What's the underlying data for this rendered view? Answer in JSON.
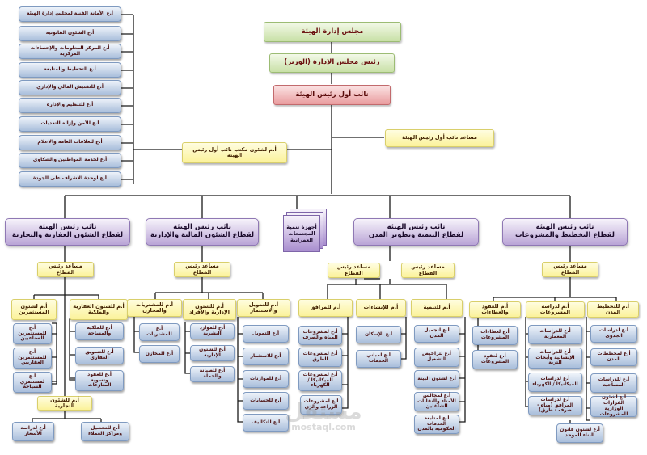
{
  "colors": {
    "top": "#c8e0a6",
    "first_deputy": "#e99c9e",
    "sector": "#b9a4d6",
    "assistant": "#fbf29a",
    "department": "#a9bedb",
    "line": "#1a1a1a"
  },
  "top": {
    "board": "مجلس إدارة الهيئة",
    "chairman": "رئيس مجلس الإدارة (الوزير)",
    "first_deputy": "نائب أول رئيس الهيئة"
  },
  "first_deputy_assistant": "مساعد نائب أول رئيس الهيئة",
  "office_head": "أ.م لشئون مكتب نائب أول رئيس الهيئة",
  "office_departments": [
    "أ.ع الأمانة الفنية لمجلس إدارة الهيئة",
    "أ.ع الشئون القانونية",
    "أ.ع المركز المعلومات والإحصاءات المركزية",
    "أ.ع التخطيط والمتابعة",
    "أ.ع للتفتيش المالي والإداري",
    "أ.ع للتنظيم والإدارة",
    "أ.ع للأمن وإزالة التعديات",
    "أ.ع للعلاقات العامة والإعلام",
    "أ.ع لخدمة المواطنين والشكاوى",
    "أ.ع لوحدة الإشراف على الجودة"
  ],
  "urban_communities": "أجهزة تنمية المجتمعات العمرانية",
  "sector_assistant": "مساعد رئيس القطاع",
  "sectors": {
    "planning": {
      "title": "نائب رئيس الهيئة",
      "subtitle": "لقطاع التخطيط والمشروعات",
      "gm_city_planning": "أ.م للتخطيط المدن",
      "city_planning_depts": [
        "أ.ع لدراسات الجدوى",
        "أ.ع لمخططات المدن",
        "أ.ع للدراسات المساحية",
        "أ.ع لشئون القرارات الوزارية للمشروعات"
      ],
      "gm_project_studies": "أ.م لدراسة المشروعات",
      "project_studies_depts": [
        "أ.ع للدراسات المعمارية",
        "أ.ع للدراسات الإنشائية وأبحاث التربة",
        "أ.ع لدراسات الميكانيكا / الكهرباء",
        "أ.ع لدراسات المرافق (مياه - صرف - طرق)"
      ],
      "building_law": "أ.ع لشئون قانون البناء الموحد",
      "gm_contracts": "أ.م للعقود والعطاءات",
      "contracts_depts": [
        "أ.ع لعطاءات المشروعات",
        "أ.ع لعقود المشروعات"
      ]
    },
    "development": {
      "title": "نائب رئيس الهيئة",
      "subtitle": "لقطاع التنمية وتطوير المدن",
      "gm_development": "أ.م للتنمية",
      "development_depts": [
        "أ.ع لتجميل المدن",
        "أ.ع لتراخيص التشغيل",
        "أ.ع لشئون البيئة",
        "أ.ع لمجالس الأمناء والنقابات الشاغلين",
        "أ.ع لمتابعة الخدمات الحكومية بالمدن"
      ],
      "gm_constructions": "أ.م للإنشاءات",
      "construction_depts": [
        "أ.ع للإسكان",
        "أ.ع لمباني الخدمات"
      ],
      "gm_utilities": "أ.م للمرافق",
      "utility_depts": [
        "أ.ع لمشروعات المياه والصرف",
        "أ.ع لمشروعات الطرق",
        "أ.ع لمشروعات الميكانيكا / الكهرباء",
        "أ.ع لمشروعات الزراعة والري"
      ]
    },
    "finance": {
      "title": "نائب رئيس الهيئة",
      "subtitle": "لقطاع الشئون المالية والإدارية",
      "gm_financing": "أ.م للتمويل والاستثمار",
      "financing_depts": [
        "أ.ع للتمويل",
        "أ.ع للاستثمار",
        "أ.ع للموازنات",
        "أ.ع للحسابات",
        "أ.ع للتكاليف"
      ],
      "gm_admin": "أ.م للشئون الإدارية والأفراد",
      "admin_depts": [
        "أ.ع للموارد البشرية",
        "أ.ع للشئون الإدارية",
        "أ.ع للصيانة والحملة"
      ],
      "gm_procurement": "أ.م للمشتريات والمخازن",
      "procurement_depts": [
        "أ.ع للمشتريات",
        "أ.ع للمخازن"
      ]
    },
    "realestate": {
      "title": "نائب رئيس الهيئة",
      "subtitle": "لقطاع الشئون العقارية والتجارية",
      "gm_property": "أ.م للشئون العقارية والملكية",
      "property_depts": [
        "أ.ع للملكية والمساحة",
        "أ.ع للتسويق العقاري",
        "أ.ع للعقود وتسوية المنازعات"
      ],
      "gm_investors": "أ.م لشئون المستثمرين",
      "investor_depts": [
        "أ.ع للمستثمرين الصناعيين",
        "أ.ع للمستثمرين العقاريين",
        "أ.ع لمستثمري السياحة"
      ],
      "gm_commercial": "أ.م للشئون التجارية",
      "commercial_depts": [
        "أ.ع للتحصيل ومراكز العملاء",
        "أ.ع لدراسة الأسعار"
      ]
    }
  },
  "watermark": {
    "arabic": "مستقل",
    "latin": "mostaql.com"
  }
}
